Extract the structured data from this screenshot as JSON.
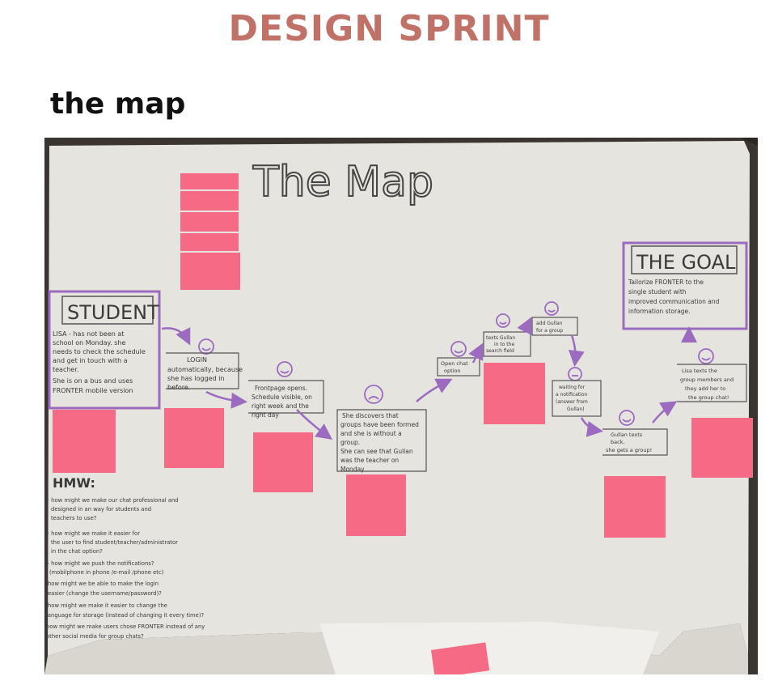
{
  "header": {
    "title": "DESIGN SPRINT",
    "subtitle": "the map"
  },
  "photo": {
    "map_title": "The Map",
    "student_label": "STUDENT",
    "goal_label": "THE GOAL",
    "goal_text": [
      "Tailorize FRONTER to the",
      "single student with",
      "improved communication and",
      "information storage."
    ],
    "student_text": [
      "LISA - has not been at",
      "school on Monday. she",
      "needs to check the schedule",
      "and get in touch with a",
      "teacher.",
      "She is on a bus and uses",
      "FRONTER mobile version"
    ],
    "steps": {
      "login": [
        "LOGIN",
        "automatically, because",
        "she has logged in",
        "before."
      ],
      "frontpage": [
        "Frontpage opens.",
        "Schedule visible, on",
        "right week and the",
        "right day"
      ],
      "discovers": [
        "She discovers that",
        "groups have been formed",
        "and she is without a",
        "group.",
        "She can see that Gullan",
        "was the teacher on",
        "Monday"
      ],
      "open_chat": [
        "Open chat",
        "option"
      ],
      "texts_gullan": [
        "texts Gullan",
        "in to the",
        "search field"
      ],
      "add_gullan": [
        "add Gullan",
        "for a group"
      ],
      "waiting": [
        "waiting for",
        "a notification",
        "(answer from",
        "Gullan)"
      ],
      "gullan_texts": [
        "Gullan texts",
        "back,",
        "she gets a group!"
      ],
      "lisa_texts": [
        "Lisa texts the",
        "group members and",
        "they add her to",
        "the group chat!"
      ]
    },
    "hmw_label": "HMW:",
    "hmw_text": [
      "• how might we make our chat professional and",
      "designed in an way for students and",
      "teachers to use?",
      "• how might we make it easier for",
      "the user to find student/teacher/administrator",
      "in the chat option?",
      "• how might we push the notifications?",
      "(mobilphone in phone /e-mail /phone etc)",
      "how might we be able to make the login",
      "easier (change the username/password)?",
      "how might we make it easier to change the",
      "language for storage (instead of changing it every time)?",
      "how might we make users chose FRONTER instead of any",
      "other social media for group chats?"
    ]
  },
  "colors": {
    "title": "#c07268",
    "sticky": "#f56b86",
    "marker_purple": "#9b6bbf",
    "paper": "#e9e7e2"
  }
}
